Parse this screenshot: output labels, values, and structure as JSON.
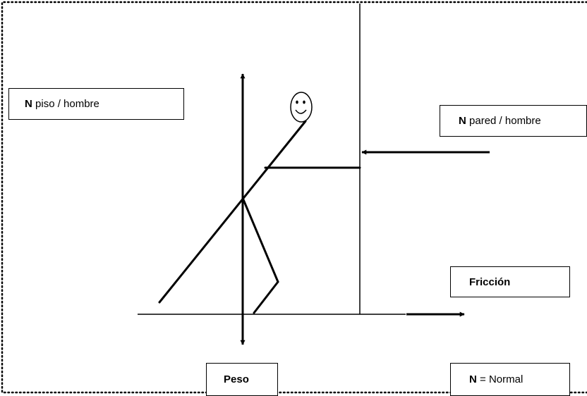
{
  "colors": {
    "ink": "#000000",
    "background": "#ffffff"
  },
  "labels": {
    "n_piso": {
      "symbol": "N",
      "text": "piso / hombre"
    },
    "n_pared": {
      "symbol": "N",
      "text": "pared / hombre"
    },
    "friccion": {
      "text": "Fricción"
    },
    "peso": {
      "text": "Peso"
    },
    "normal": {
      "symbol": "N",
      "text": " = Normal"
    }
  },
  "icons": {
    "face": "smiley-face-icon"
  }
}
